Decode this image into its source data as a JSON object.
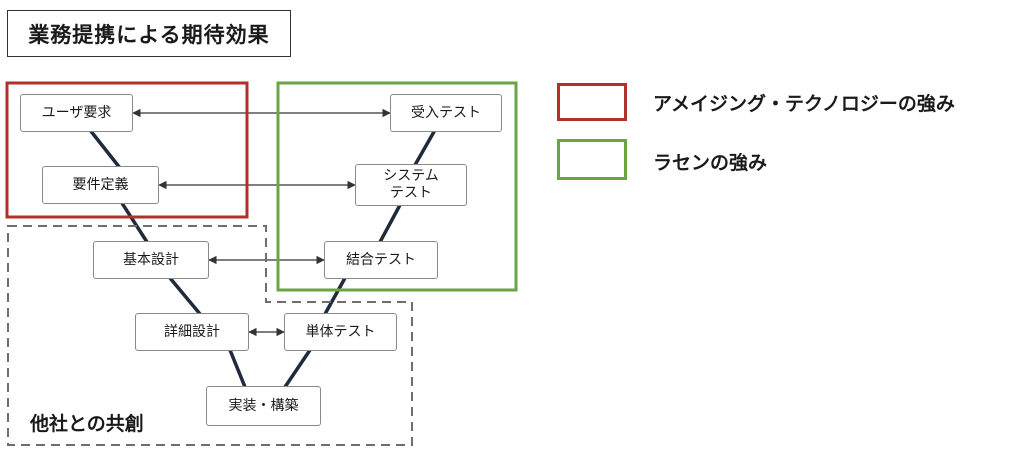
{
  "title": "業務提携による期待効果",
  "colors": {
    "amazing": "#b0312a",
    "rasen": "#6aa543",
    "shared": "#6e6e6e",
    "vline": "#1f2a3a",
    "arrow": "#333333"
  },
  "nodes": {
    "user_req": "ユーザ要求",
    "req_def": "要件定義",
    "basic_design": "基本設計",
    "detail_design": "詳細設計",
    "impl": "実装・構築",
    "unit_test": "単体テスト",
    "integ_test": "結合テスト",
    "system_test": "システム\nテスト",
    "accept_test": "受入テスト"
  },
  "legend": {
    "amazing": "アメイジング・テクノロジーの強み",
    "rasen": "ラセンの強み"
  },
  "region_label": "他社との共創"
}
